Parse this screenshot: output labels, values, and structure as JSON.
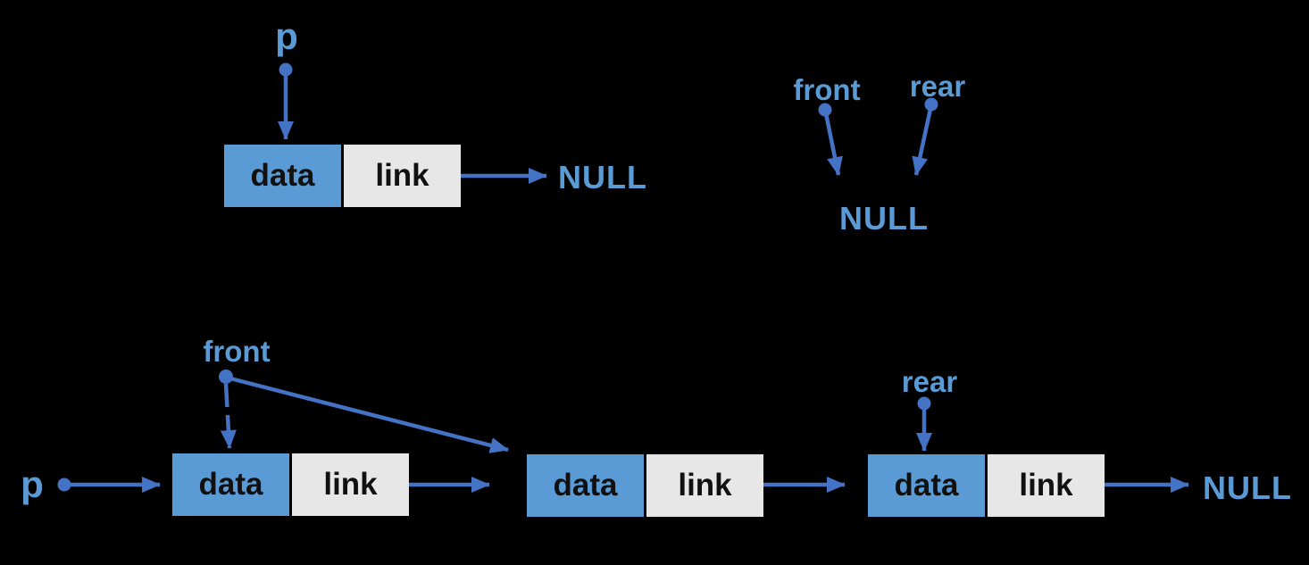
{
  "colors": {
    "background": "#000000",
    "node-data-fill": "#5B9BD5",
    "node-link-fill": "#E7E7E7",
    "node-text": "#111111",
    "label-text": "#5B9BD5",
    "arrow": "#4472C4"
  },
  "single_node": {
    "pointer_label": "p",
    "cells": {
      "data": "data",
      "link": "link"
    },
    "null_label": "NULL"
  },
  "empty_queue": {
    "front_label": "front",
    "rear_label": "rear",
    "null_label": "NULL"
  },
  "queue_list": {
    "pointer_label": "p",
    "front_label": "front",
    "rear_label": "rear",
    "nodes": [
      {
        "data": "data",
        "link": "link"
      },
      {
        "data": "data",
        "link": "link"
      },
      {
        "data": "data",
        "link": "link"
      }
    ],
    "null_label": "NULL"
  }
}
